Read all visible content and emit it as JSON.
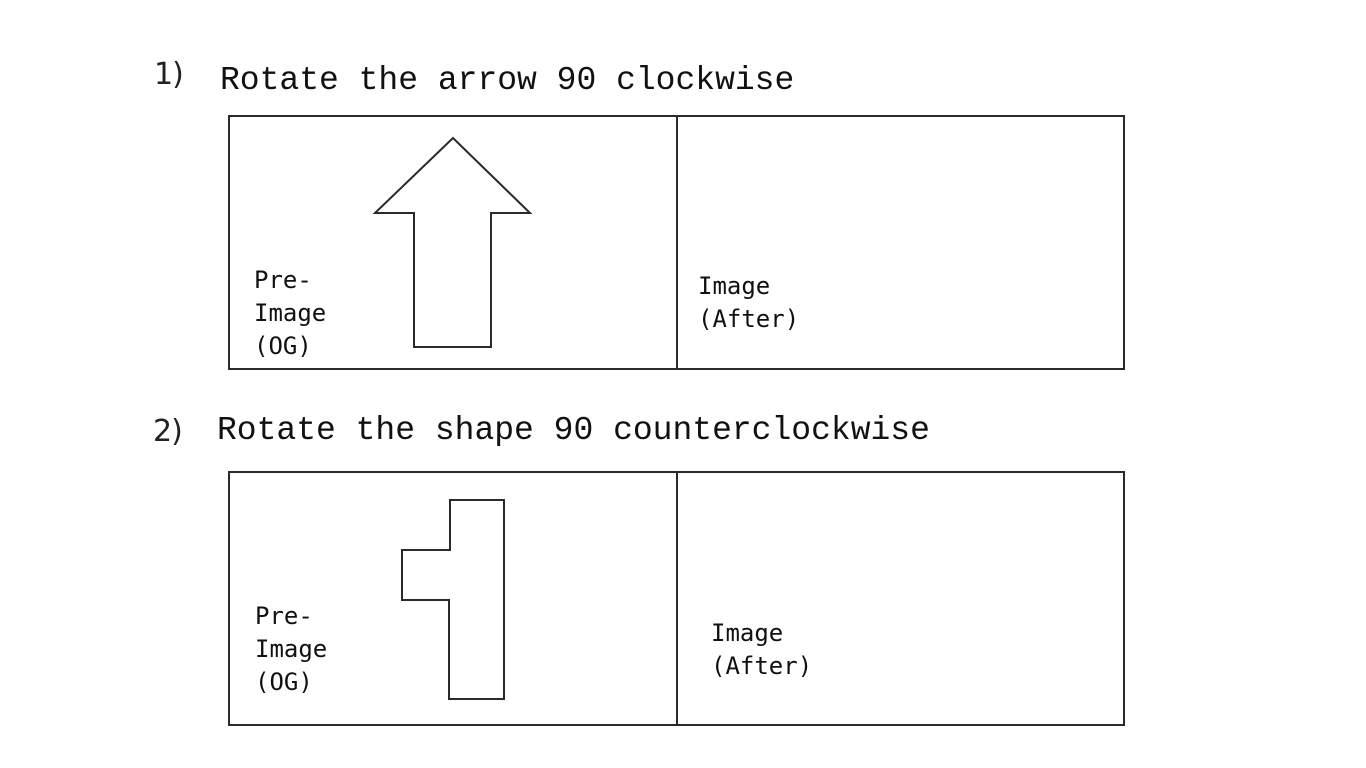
{
  "questions": [
    {
      "number": "1)",
      "instruction": "Rotate the arrow 90 clockwise",
      "pre_image_label": [
        "Pre-",
        "Image",
        "(OG)"
      ],
      "image_label": [
        "Image",
        "(After)"
      ],
      "shape_icon": "up-arrow-icon"
    },
    {
      "number": "2)",
      "instruction": "Rotate the shape 90 counterclockwise",
      "pre_image_label": [
        "Pre-",
        "Image",
        "(OG)"
      ],
      "image_label": [
        "Image",
        "(After)"
      ],
      "shape_icon": "t-shape-icon"
    }
  ]
}
